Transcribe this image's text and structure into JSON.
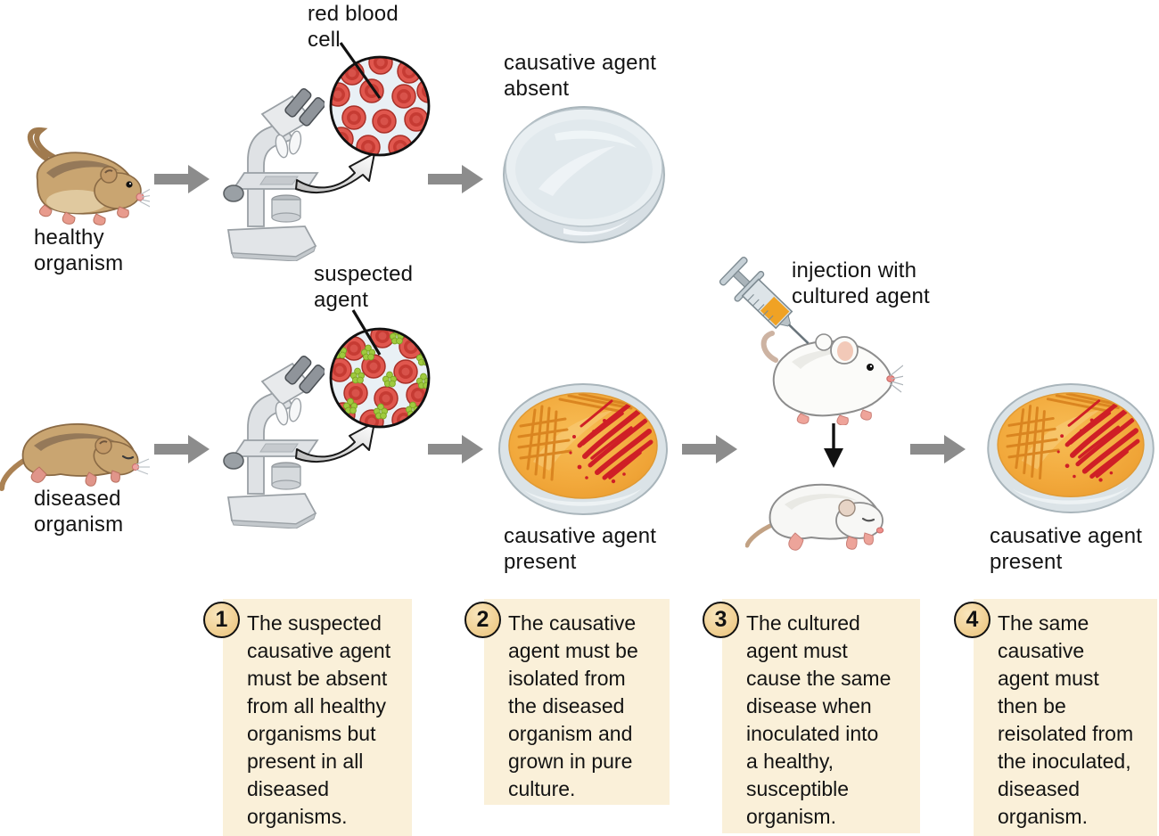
{
  "figure": "kochs-postulates-flow-diagram",
  "labels": {
    "healthy": "healthy\norganism",
    "red_blood_cell": "red blood\ncell",
    "causative_absent": "causative agent\nabsent",
    "diseased": "diseased\norganism",
    "suspected": "suspected\nagent",
    "present_1": "causative agent\npresent",
    "injection": "injection with\ncultured agent",
    "present_2": "causative agent\npresent"
  },
  "postulates": [
    {
      "number": "1",
      "text": "The suspected\ncausative agent\nmust be absent\nfrom all healthy\norganisms but\npresent in all\ndiseased\norganisms."
    },
    {
      "number": "2",
      "text": "The causative\nagent must be\nisolated from\nthe diseased\norganism and\ngrown in pure\nculture."
    },
    {
      "number": "3",
      "text": "The cultured\nagent must\ncause the same\ndisease when\ninoculated into\na healthy,\nsusceptible\norganism."
    },
    {
      "number": "4",
      "text": "The same\ncausative\nagent must\nthen be\nreisolated from\nthe inoculated,\ndiseased\norganism."
    }
  ],
  "colors": {
    "background": "#ffffff",
    "postulate_box_bg": "#faf0d9",
    "number_badge_fill": "#f1d297",
    "flow_arrow_gray": "#8c8c8c",
    "agar_orange": "#f2a93c",
    "streak_red": "#cf1f26",
    "streak_orange": "#d9831f",
    "blood_cell_red": "#e0574e",
    "suspected_agent_green": "#9fca3e",
    "petri_glass_blue": "#e3eaef",
    "mouse_brown": "#c9a571",
    "mouse_white": "#fafaf8",
    "text": "#131313"
  }
}
